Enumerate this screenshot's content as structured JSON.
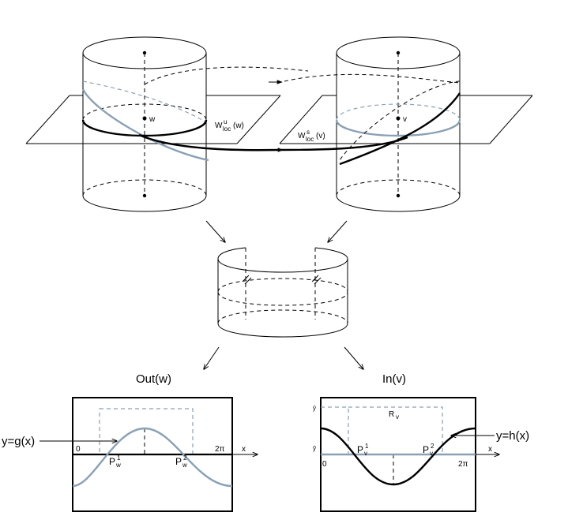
{
  "labels": {
    "w_point": "w",
    "v_point": "v",
    "wu_main": "W",
    "wu_sup": "u",
    "wu_sub": "loc",
    "wu_arg": "(w)",
    "ws_main": "W",
    "ws_sup": "s",
    "ws_sub": "loc",
    "ws_arg": "(v)",
    "out_title": "Out(w)",
    "in_title": "In(v)",
    "y_g": "y=g(x)",
    "y_h": "y=h(x)",
    "zero_left": "0",
    "two_pi_left": "2π",
    "x_left": "x",
    "zero_right": "0",
    "two_pi_right": "2π",
    "x_right": "x",
    "p_w1_main": "P",
    "p_w1_sub": "w",
    "p_w1_sup": "1",
    "p_w2_main": "P",
    "p_w2_sub": "w",
    "p_w2_sup": "2",
    "p_v1_main": "P",
    "p_v1_sub": "v",
    "p_v1_sup": "1",
    "p_v2_main": "P",
    "p_v2_sub": "v",
    "p_v2_sup": "2",
    "r_main": "R",
    "r_sub": "v",
    "y_hat": "ŷ",
    "y_tilde": "ỹ"
  },
  "colors": {
    "curve_blue": "#8aa0b4",
    "black": "#000000"
  }
}
